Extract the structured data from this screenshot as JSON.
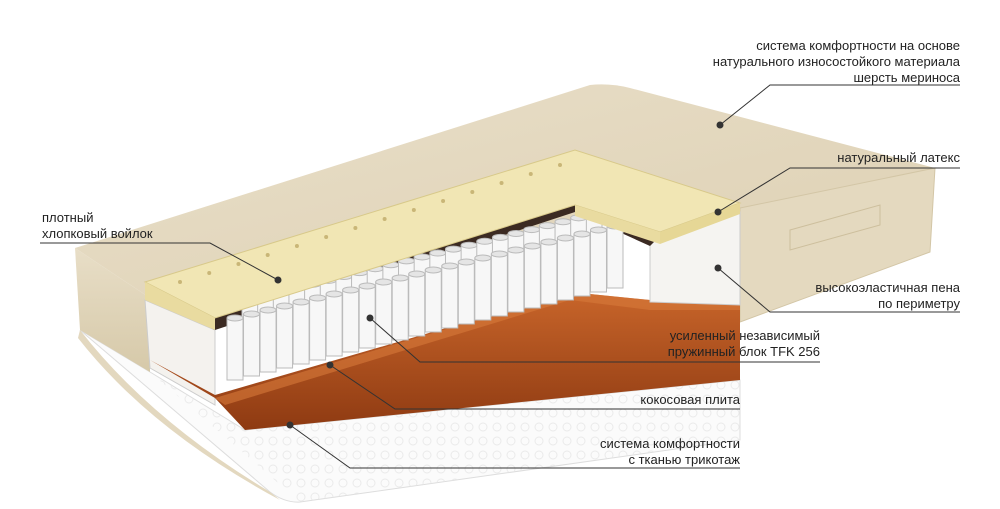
{
  "labels": {
    "wool": [
      "система комфортности на основе",
      "натурального износостойкого материала",
      "шерсть мериноса"
    ],
    "latex": [
      "натуральный латекс"
    ],
    "foam": [
      "высокоэластичная пена",
      "по периметру"
    ],
    "felt": [
      "плотный",
      "хлопковый войлок"
    ],
    "springs": [
      "усиленный независимый",
      "пружинный блок TFK 256"
    ],
    "coconut": [
      "кокосовая плита"
    ],
    "knit": [
      "система комфортности",
      "с тканью трикотаж"
    ]
  },
  "colors": {
    "wool": "#e7dcc6",
    "latex": "#f1e6b4",
    "coconut": "#b5521c",
    "felt": "#3b2a22",
    "foam": "#f5f4f1",
    "leader": "#333333"
  }
}
